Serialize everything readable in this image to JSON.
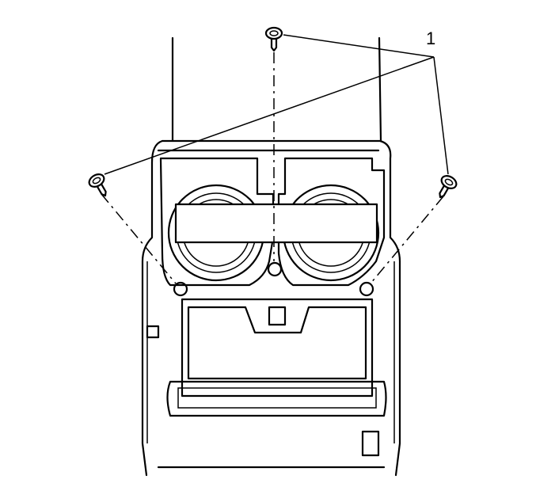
{
  "diagram": {
    "callout_number": "1",
    "parts": [
      "screw-center",
      "screw-left",
      "screw-right",
      "console",
      "cup-holders",
      "storage-tray"
    ]
  }
}
